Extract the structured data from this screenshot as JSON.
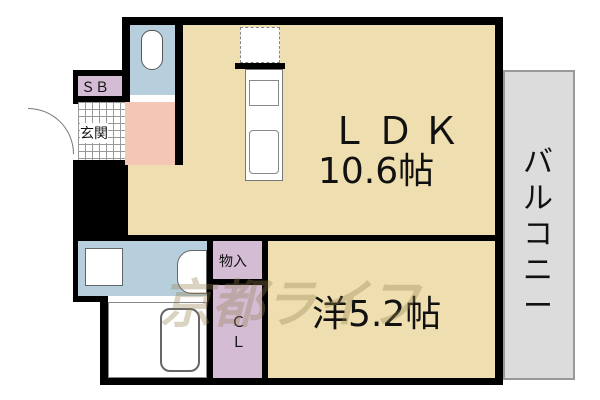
{
  "rooms": {
    "ldk": {
      "name": "ＬＤＫ",
      "size": "10.6帖"
    },
    "western": {
      "label": "洋5.2帖"
    },
    "storage": "物入",
    "closet": "ＣＬ",
    "entrance": "玄関",
    "shoe_box": "ＳＢ",
    "balcony": "バルコニー"
  },
  "watermark": "京都ライフ",
  "colors": {
    "living": "#efdfb0",
    "wet_area": "#b7cfdc",
    "storage": "#d4bcd4",
    "entry": "#f4c6b5"
  }
}
